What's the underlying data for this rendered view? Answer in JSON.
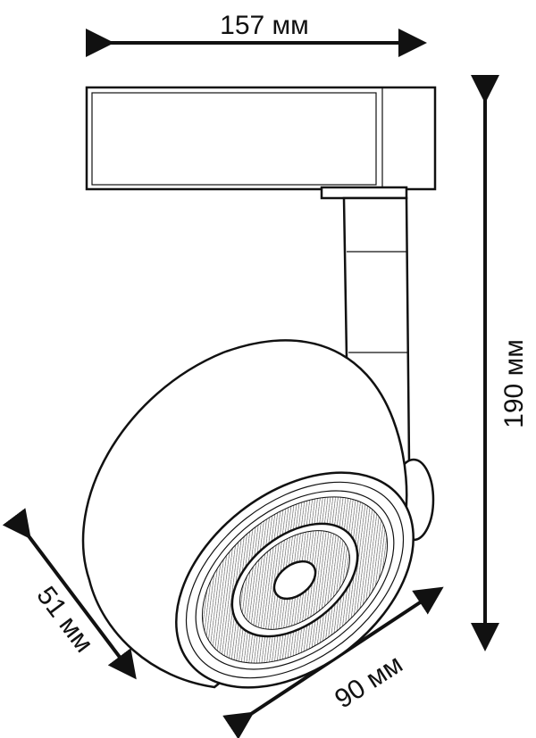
{
  "dimensions": {
    "width": "157 мм",
    "height": "190 мм",
    "depth": "51 мм",
    "head_diameter": "90 мм"
  },
  "colors": {
    "line": "#111111",
    "background": "#ffffff"
  }
}
